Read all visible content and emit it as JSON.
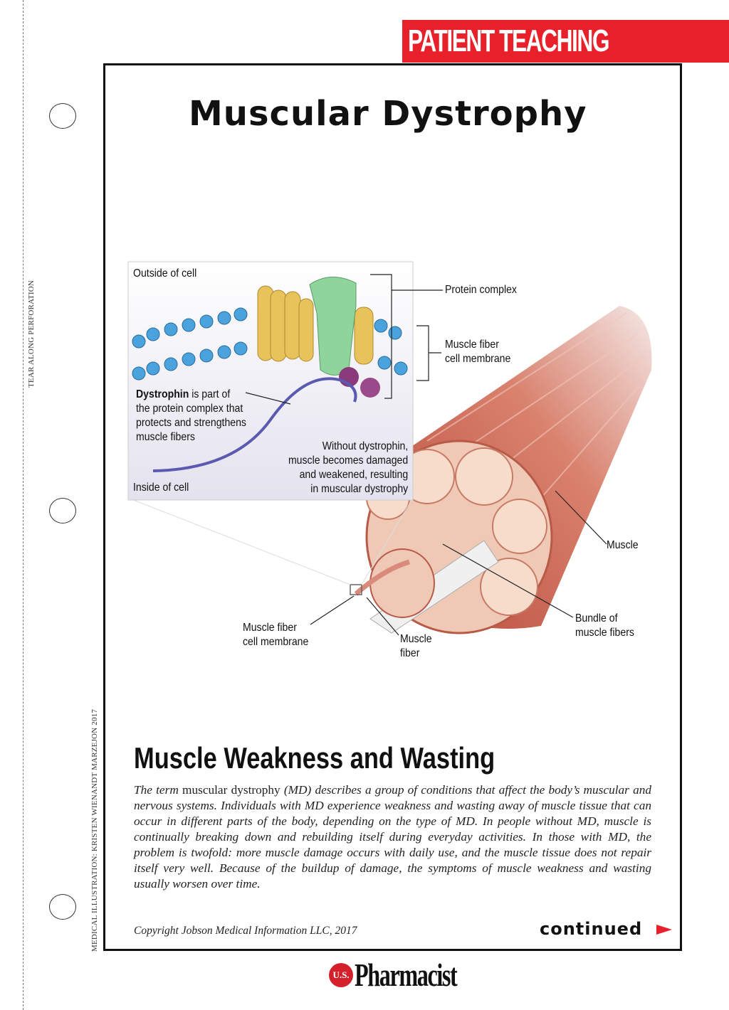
{
  "banner": "PATIENT TEACHING AID",
  "title": "Muscular Dystrophy",
  "margin": {
    "tear": "TEAR ALONG PERFORATION",
    "credit": "MEDICAL ILLUSTRATION: KRISTEN WIENANDT MARZEJON 2017"
  },
  "figure": {
    "outside_cell": "Outside of cell",
    "inside_cell": "Inside of cell",
    "dystrophin_bold": "Dystrophin",
    "dystrophin_rest1": " is part of",
    "dystrophin_lines": [
      "the protein complex that",
      "protects and strengthens",
      "muscle fibers"
    ],
    "without_lines": [
      "Without dystrophin,",
      "muscle becomes damaged",
      "and weakened, resulting",
      "in muscular dystrophy"
    ],
    "protein_complex": "Protein complex",
    "membrane_lines": [
      "Muscle fiber",
      "cell membrane"
    ],
    "muscle": "Muscle",
    "bundle_lines": [
      "Bundle of",
      "muscle fibers"
    ],
    "fiber_membrane_lines": [
      "Muscle fiber",
      "cell membrane"
    ],
    "fiber_lines": [
      "Muscle",
      "fiber"
    ]
  },
  "section": {
    "heading": "Muscle Weakness and Wasting",
    "p_start": "The term ",
    "p_term": "muscular dystrophy",
    "p_rest": " (MD) describes a group of conditions that affect the body’s muscular and nervous systems. Individuals with MD experience weakness and wasting away of muscle tissue that can occur in different parts of the body, depending on the type of MD. In people without MD, muscle is continually breaking down and rebuilding itself during everyday activities. In those with MD, the problem is twofold: more muscle damage occurs with daily use, and the muscle tissue does not repair itself very well. Because of the buildup of damage, the symptoms of muscle weakness and wasting usually worsen over time."
  },
  "footer": {
    "copyright": "Copyright Jobson Medical Information LLC, 2017",
    "continued": "continued",
    "logo_us": "U.S.",
    "logo_name": "Pharmacist"
  },
  "colors": {
    "red": "#e8202a"
  }
}
